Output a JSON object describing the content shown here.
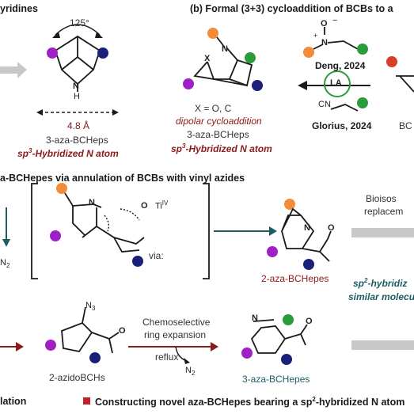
{
  "panel_a": {
    "title_fragment": "yridines",
    "angle": "125°",
    "distance": "4.8 Å",
    "compound": "3-aza-BCHeps",
    "caption_prefix": "sp",
    "caption_sup": "3",
    "caption_suffix": "-Hybridized N atom"
  },
  "panel_b": {
    "title": "(b) Formal (3+3) cycloaddition of BCBs to a",
    "ref1": "Deng, 2024",
    "ref2": "Glorius, 2024",
    "catalyst": "LA",
    "x_label": "X = O, C",
    "method": "dipolar cycloaddition",
    "compound": "3-aza-BCHeps",
    "caption_prefix": "sp",
    "caption_sup": "3",
    "caption_suffix": "-Hybridized N atom",
    "partial_label": "BC",
    "atom_x": "X",
    "atom_n": "N",
    "nitrone_n": "N",
    "nitrone_o": "O",
    "plus": "+",
    "minus": "−",
    "nitrile": "CN"
  },
  "panel_c": {
    "title": "a-BCHepes via annulation of BCBs with vinyl azides",
    "via": "via:",
    "ti": "Ti",
    "ti_sup": "IV",
    "n2_left": "N",
    "n2_left_sub": "2",
    "intermediate_n": "N",
    "intermediate_o": "O",
    "product_top": "2-aza-BCHepes",
    "product_top_n": "N",
    "product_top_o": "O",
    "bioiso_1": "Bioisos",
    "bioiso_2": "replacem",
    "sp2_1_prefix": "sp",
    "sp2_1_sup": "2",
    "sp2_1_suffix": "-hybridiz",
    "sp2_2": "similar molecu",
    "azido_n3": "N",
    "azido_n3_sub": "3",
    "azido_label": "2-azidoBCHs",
    "azido_o": "O",
    "chemoselective_1": "Chemoselective",
    "chemoselective_2": "ring expansion",
    "reflux": "reflux",
    "n2_mid": "N",
    "n2_mid_sub": "2",
    "product_bottom": "3-aza-BCHepes",
    "product_bottom_n": "N",
    "product_bottom_o": "O",
    "bottom_left": "lation",
    "footer_prefix": "Constructing novel aza-BCHepes bearing a sp",
    "footer_sup": "2",
    "footer_suffix": "-hybridized N atom"
  },
  "colors": {
    "purple": "#a020c8",
    "navy": "#1a1f7a",
    "green": "#2a9d3a",
    "orange": "#f28c38",
    "teal": "#1d5d62",
    "maroon": "#8b1a1a",
    "gray_arrow": "#c8c8c8"
  }
}
